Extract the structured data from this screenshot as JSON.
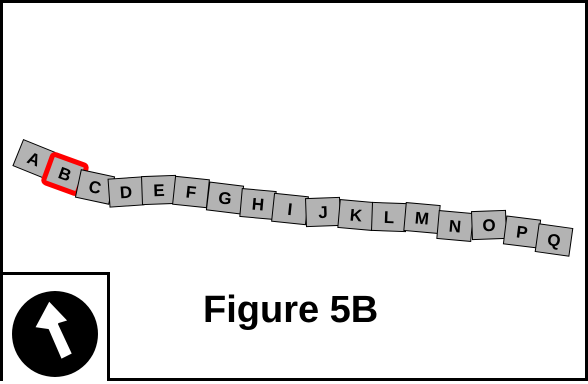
{
  "figure": {
    "caption": "Figure 5B"
  },
  "tiles": [
    {
      "label": "A",
      "selected": false
    },
    {
      "label": "B",
      "selected": true
    },
    {
      "label": "C",
      "selected": false
    },
    {
      "label": "D",
      "selected": false
    },
    {
      "label": "E",
      "selected": false
    },
    {
      "label": "F",
      "selected": false
    },
    {
      "label": "G",
      "selected": false
    },
    {
      "label": "H",
      "selected": false
    },
    {
      "label": "I",
      "selected": false
    },
    {
      "label": "J",
      "selected": false
    },
    {
      "label": "K",
      "selected": false
    },
    {
      "label": "L",
      "selected": false
    },
    {
      "label": "M",
      "selected": false
    },
    {
      "label": "N",
      "selected": false
    },
    {
      "label": "O",
      "selected": false
    },
    {
      "label": "P",
      "selected": false
    },
    {
      "label": "Q",
      "selected": false
    }
  ],
  "icon": {
    "name": "direction-arrow-icon"
  },
  "colors": {
    "tile_fill": "#b3b3b3",
    "selection": "#ff0000",
    "stroke": "#000000"
  }
}
